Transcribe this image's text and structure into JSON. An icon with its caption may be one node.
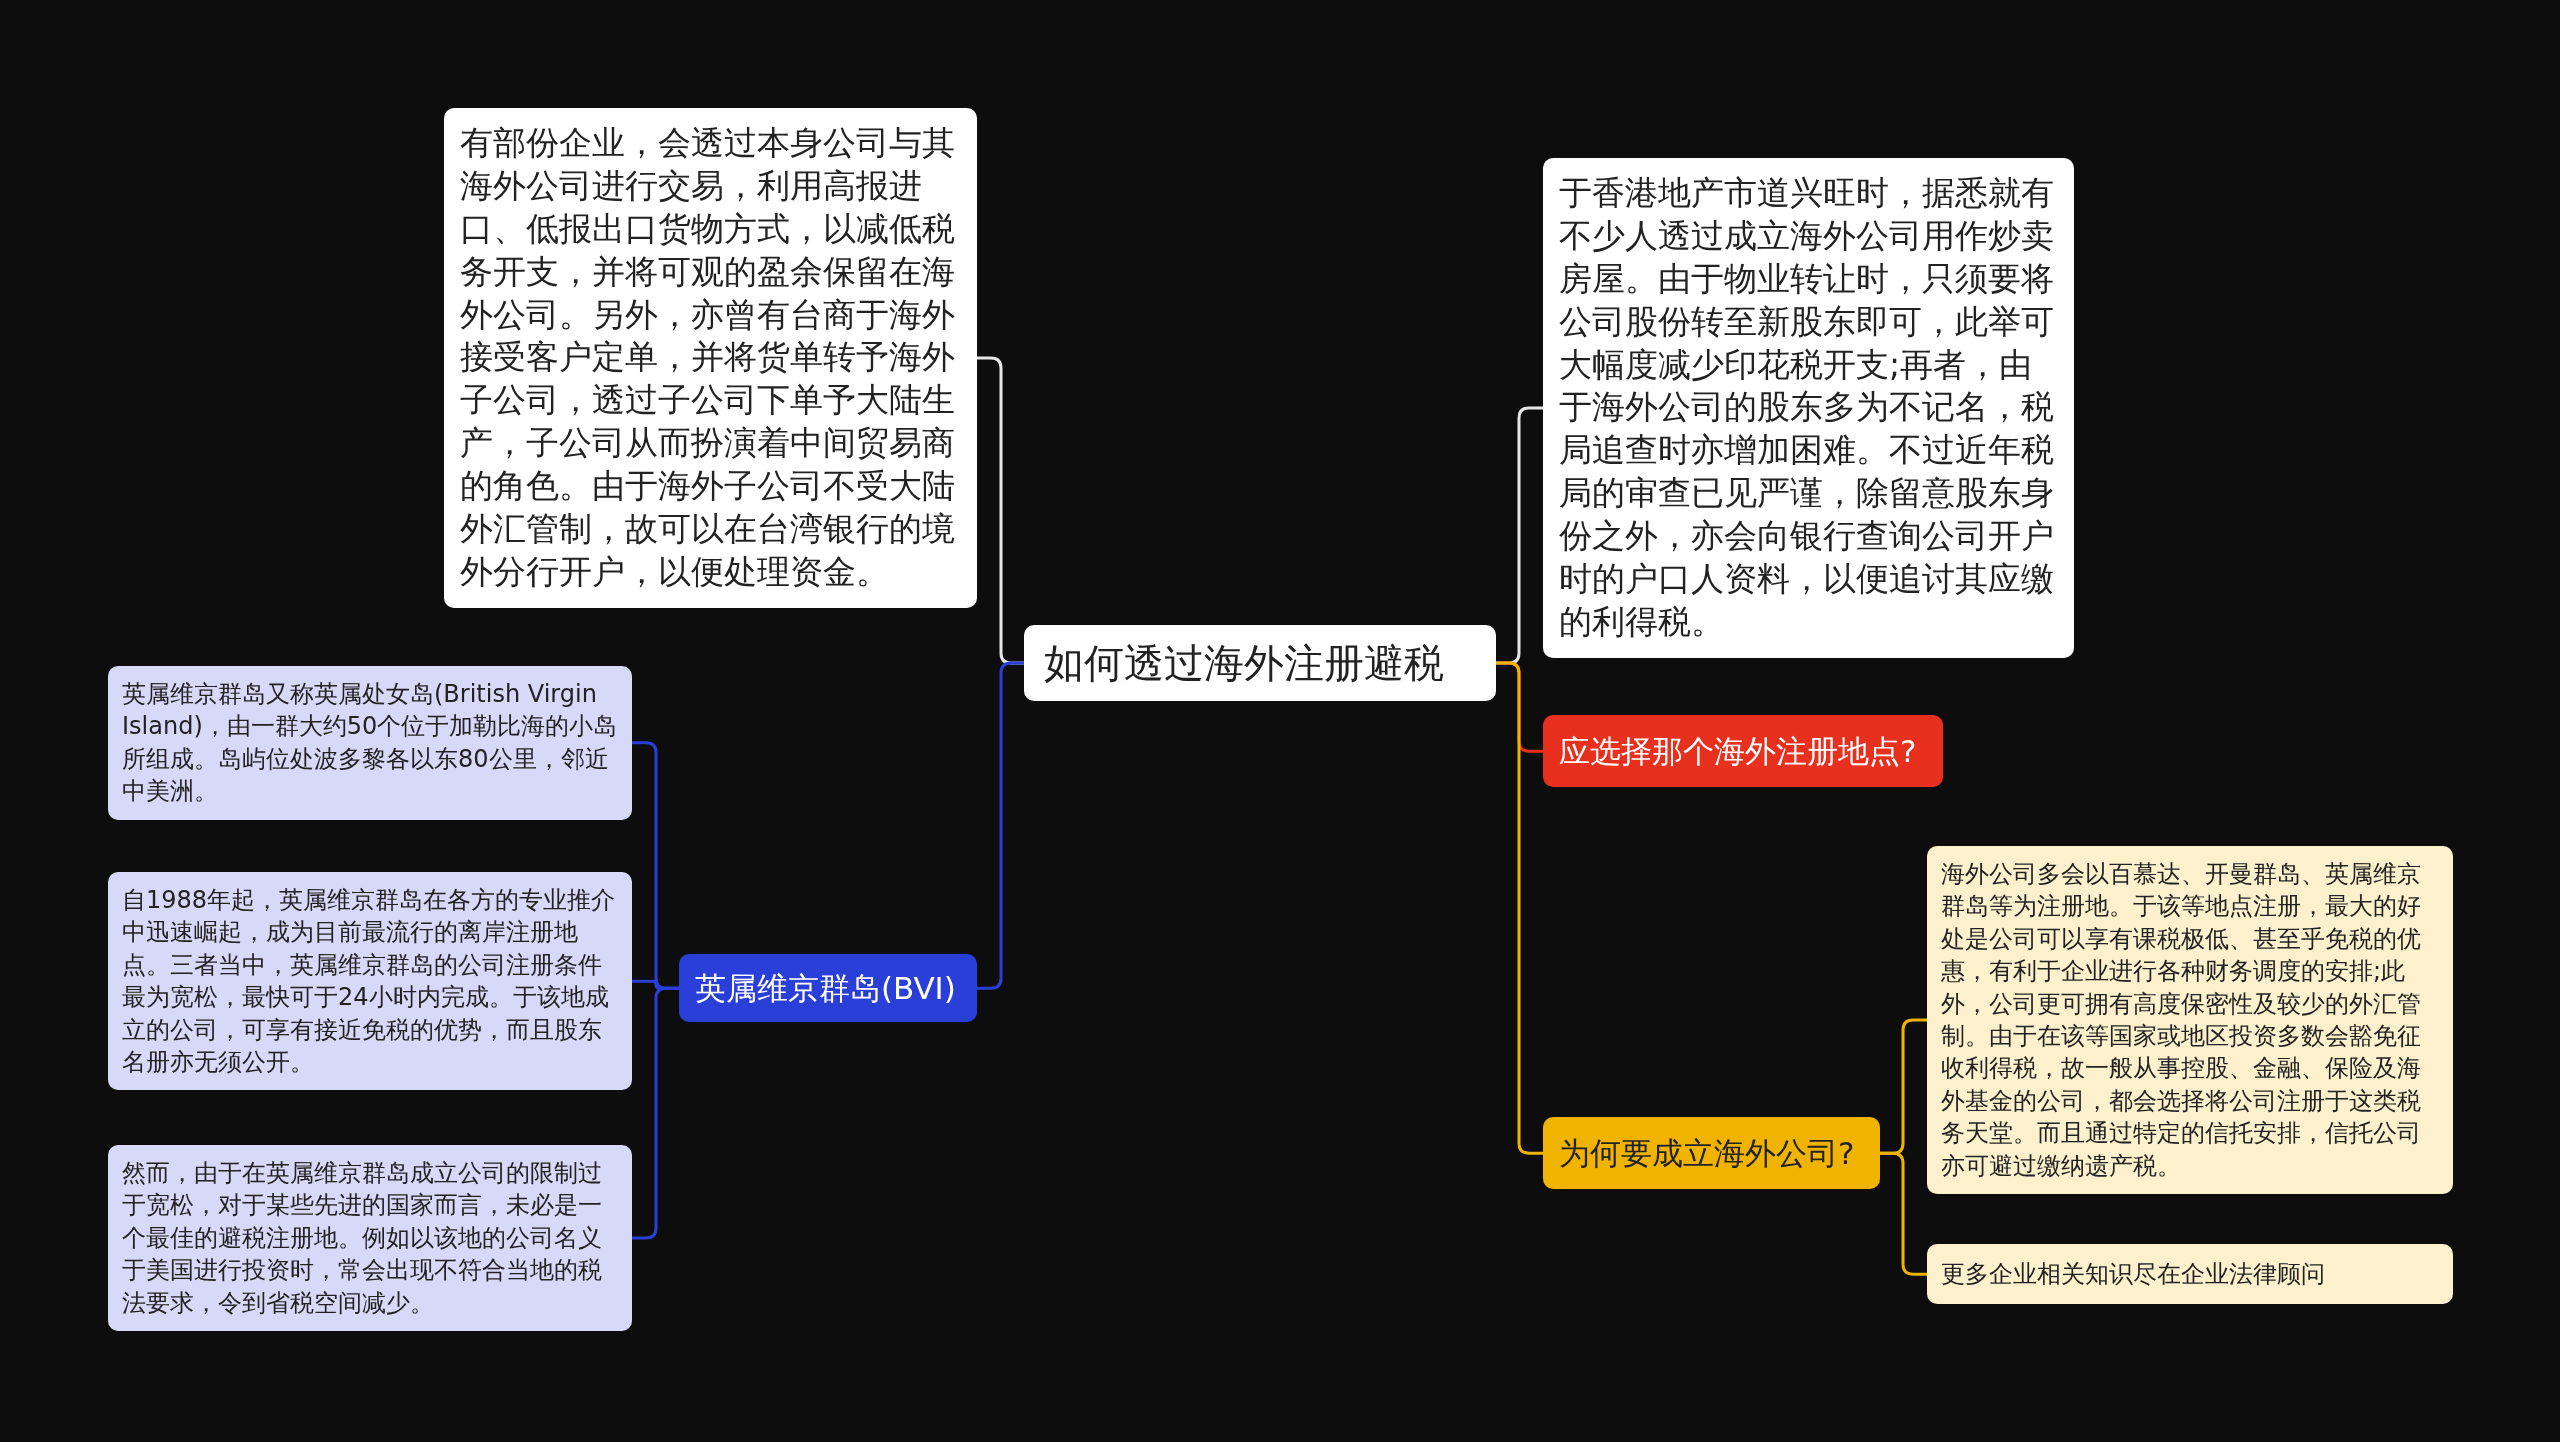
{
  "diagram": {
    "nodes": [
      {
        "text": [
          "如何透过海外注册避税"
        ]
      },
      {
        "text": [
          "有部份企业，会透过本身公司与其海外公司进行交易，利用高报进口、低报出口货物方式，以减低税务开支，并将可观的盈余保留在海外公司。另外，亦曾有台商于海外接受客户定单，并将货单转予海外子公司，透过子公司下单予大陆生产，子公司从而扮演着中间贸易商的角色。由于海外子公司不受大陆外汇管制，故可以在台湾银行的境外分行开户，以便处理资金。"
        ]
      },
      {
        "text": [
          "英属维京群岛(BVI)"
        ]
      },
      {
        "text": [
          "英属维京群岛又称英属处女岛(British Virgin Island)，由一群大约50个位于加勒比海的小岛所组成。岛屿位处波多黎各以东80公里，邻近中美洲。"
        ]
      },
      {
        "text": [
          "自1988年起，英属维京群岛在各方的专业推介中迅速崛起，成为目前最流行的离岸注册地点。三者当中，英属维京群岛的公司注册条件最为宽松，最快可于24小时内完成。于该地成立的公司，可享有接近免税的优势，而且股东名册亦无须公开。"
        ]
      },
      {
        "text": [
          "然而，由于在英属维京群岛成立公司的限制过于宽松，对于某些先进的国家而言，未必是一个最佳的避税注册地。例如以该地的公司名义于美国进行投资时，常会出现不符合当地的税法要求，令到省税空间减少。"
        ]
      },
      {
        "text": [
          "于香港地产市道兴旺时，据悉就有不少人透过成立海外公司用作炒卖房屋。由于物业转让时，只须要将公司股份转至新股东即可，此举可大幅度减少印花税开支;再者，由于海外公司的股东多为不记名，税局追查时亦增加困难。不过近年税局的审查已见严谨，除留意股东身份之外，亦会向银行查询公司开户时的户口人资料，以便追讨其应缴的利得税。"
        ]
      },
      {
        "text": [
          "应选择那个海外注册地点?"
        ]
      },
      {
        "text": [
          "为何要成立海外公司?"
        ]
      },
      {
        "text": [
          "海外公司多会以百慕达、开曼群岛、英属维京群岛等为注册地。于该等地点注册，最大的好处是公司可以享有课税极低、甚至乎免税的优惠，有利于企业进行各种财务调度的安排;此外，公司更可拥有高度保密性及较少的外汇管制。由于在该等国家或地区投资多数会豁免征收利得税，故一般从事控股、金融、保险及海外基金的公司，都会选择将公司注册于这类税务天堂。而且通过特定的信托安排，信托公司亦可避过缴纳遗产税。"
        ]
      },
      {
        "text": [
          "更多企业相关知识尽在企业法律顾问"
        ]
      }
    ],
    "edges": [
      {
        "from": 0,
        "to": 1,
        "arrow": "none",
        "color": "#e6e6e6"
      },
      {
        "from": 0,
        "to": 2,
        "arrow": "none"
      },
      {
        "from": 2,
        "to": 3,
        "arrow": "none"
      },
      {
        "from": 2,
        "to": 4,
        "arrow": "none"
      },
      {
        "from": 2,
        "to": 5,
        "arrow": "none"
      },
      {
        "from": 0,
        "to": 6,
        "arrow": "none",
        "color": "#e6e6e6"
      },
      {
        "from": 0,
        "to": 7,
        "arrow": "none",
        "color": "#e8301e"
      },
      {
        "from": 0,
        "to": 8,
        "arrow": "none",
        "color": "#f0b400"
      },
      {
        "from": 8,
        "to": 9,
        "arrow": "none",
        "color": "#f0b400"
      },
      {
        "from": 8,
        "to": 10,
        "arrow": "none",
        "color": "#f0b400"
      }
    ]
  }
}
